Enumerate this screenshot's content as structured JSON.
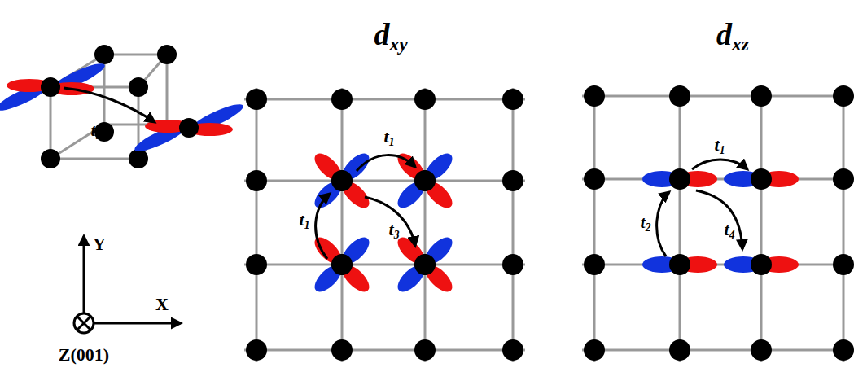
{
  "diagram": {
    "labels": [
      "dxy",
      "dxz",
      "t5",
      "t1",
      "t1",
      "t3",
      "t1",
      "t2",
      "t4",
      "Y",
      "X",
      "Z(001)"
    ]
  }
}
